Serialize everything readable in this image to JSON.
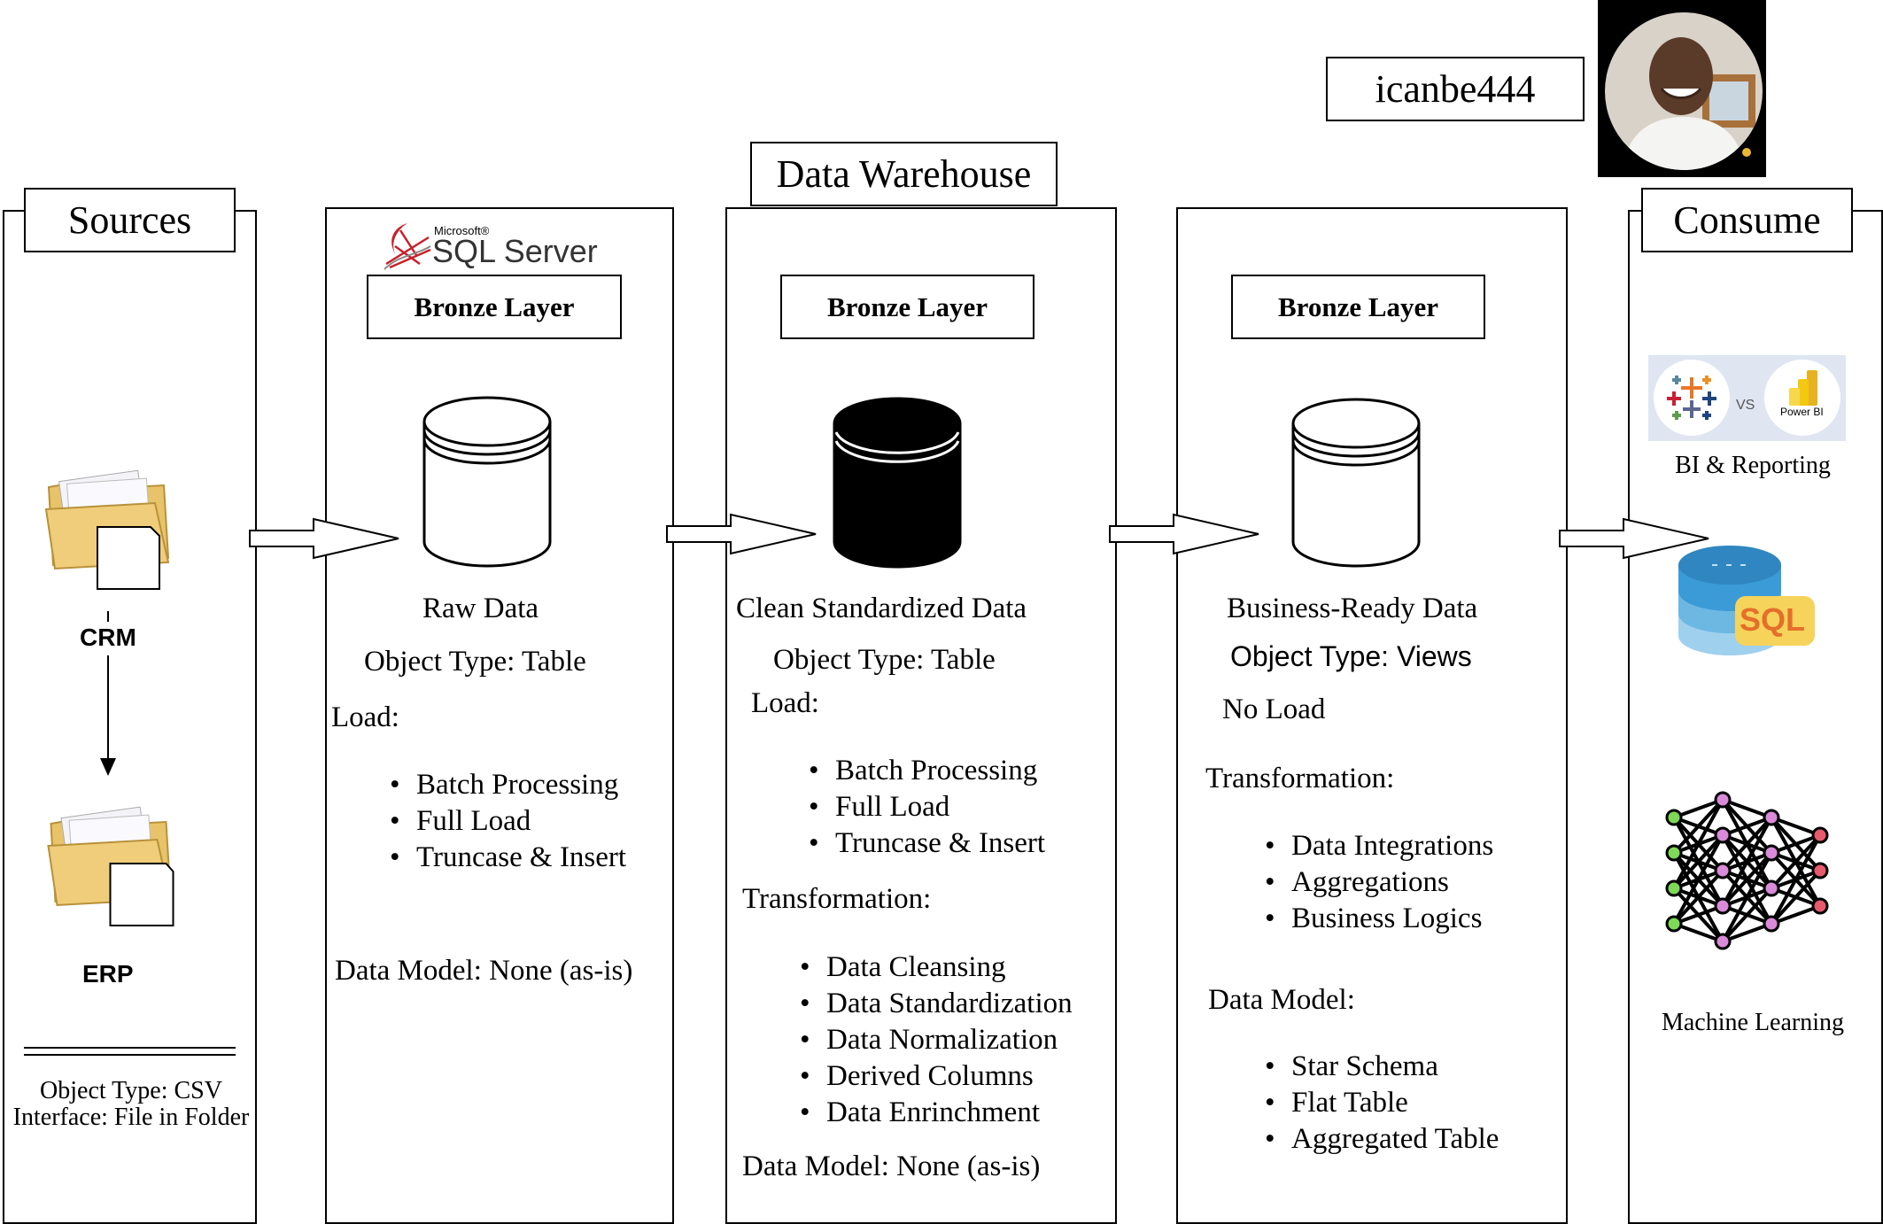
{
  "username": "icanbe444",
  "warehouse_title": "Data Warehouse",
  "sources": {
    "title": "Sources",
    "items": [
      "CRM",
      "ERP"
    ],
    "object_type": "Object Type: CSV",
    "interface": "Interface: File in Folder"
  },
  "layer1": {
    "logo_small": "Microsoft®",
    "logo_text": "SQL Server",
    "header": "Bronze Layer",
    "data_label": "Raw Data",
    "object_type": "Object Type: Table",
    "load_heading": "Load:",
    "load_items": [
      "Batch Processing",
      "Full Load",
      "Truncase & Insert"
    ],
    "data_model": "Data Model: None (as-is)"
  },
  "layer2": {
    "header": "Bronze Layer",
    "data_label": "Clean Standardized  Data",
    "object_type": "Object Type: Table",
    "load_heading": "Load:",
    "load_items": [
      "Batch Processing",
      "Full Load",
      "Truncase & Insert"
    ],
    "transform_heading": "Transformation:",
    "transform_items": [
      "Data Cleansing",
      "Data Standardization",
      "Data Normalization",
      "Derived Columns",
      "Data Enrinchment"
    ],
    "data_model": "Data Model: None (as-is)"
  },
  "layer3": {
    "header": "Bronze Layer",
    "data_label": "Business-Ready Data",
    "object_type": "Object Type: Views",
    "load_heading": "No Load",
    "transform_heading": "Transformation:",
    "transform_items": [
      "Data Integrations",
      "Aggregations",
      "Business Logics"
    ],
    "model_heading": "Data Model:",
    "model_items": [
      "Star Schema",
      "Flat Table",
      "Aggregated Table"
    ]
  },
  "consume": {
    "title": "Consume",
    "bi_vs": "VS",
    "bi_powerbi": "Power BI",
    "bi_label": "BI & Reporting",
    "sql_badge": "SQL",
    "ml_label": "Machine Learning"
  },
  "colors": {
    "folder": "#e8c36a",
    "sql_cyl_top": "#3a9bd6",
    "sql_cyl_bottom": "#9fd0ee",
    "sql_badge": "#f6d35a",
    "nn_green": "#7ed957",
    "nn_pink": "#d98ad8",
    "nn_red": "#e85a6e"
  },
  "icons": [
    "folder-icon",
    "database-icon",
    "tableau-icon",
    "powerbi-icon",
    "sql-database-icon",
    "neural-network-icon",
    "avatar-photo"
  ]
}
